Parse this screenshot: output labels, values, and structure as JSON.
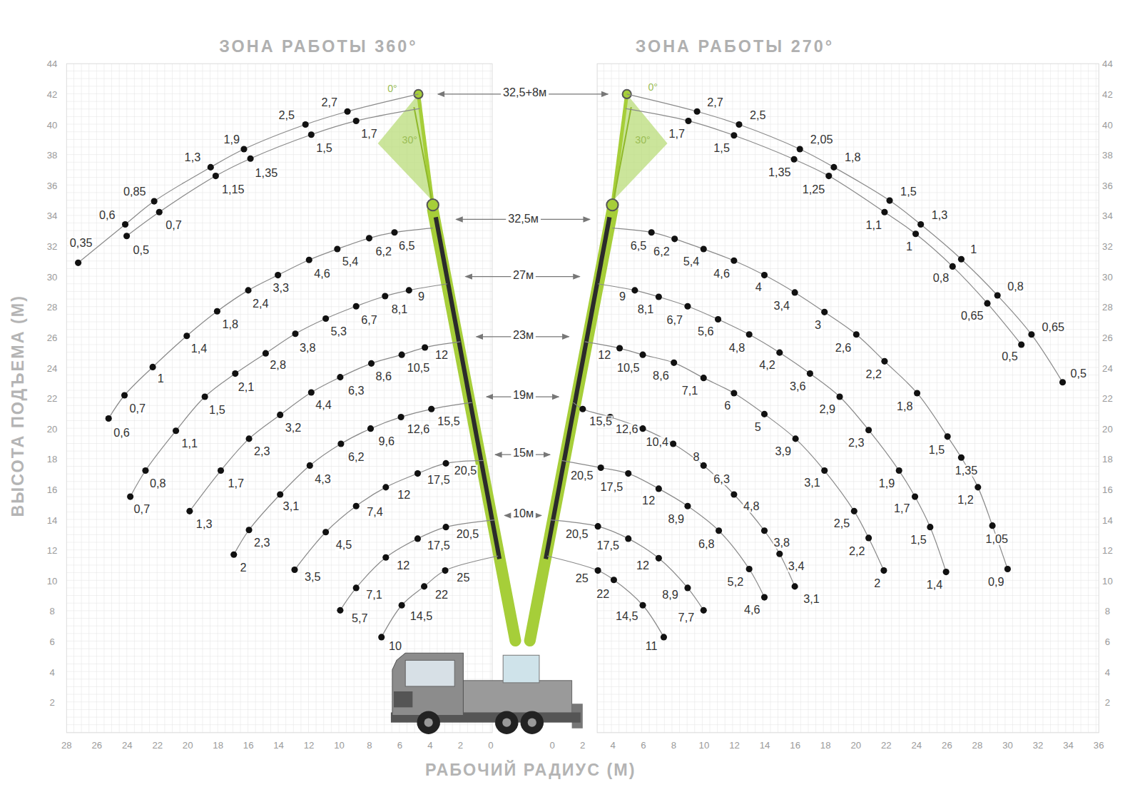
{
  "diagram": {
    "labels": [
      "ЗОНА РАБОТЫ 360°",
      "ЗОНА РАБОТЫ 270°",
      "ВЫСОТА ПОДЪЕМА (М)",
      "РАБОЧИЙ РАДИУС (М)",
      "32,5+8м",
      "32,5м",
      "27м",
      "23м",
      "19м",
      "15м",
      "10м",
      "0°",
      "30°",
      "0°",
      "30°",
      "0,35",
      "0,6",
      "0,85",
      "1,3",
      "1,9",
      "2,5",
      "2,7",
      "0,5",
      "0,7",
      "1,15",
      "1,35",
      "1,5",
      "1,7",
      "0,6",
      "0,7",
      "1",
      "1,4",
      "1,8",
      "2,4",
      "3,3",
      "4,6",
      "5,4",
      "6,2",
      "6,5",
      "0,7",
      "0,8",
      "1,1",
      "1,5",
      "2,1",
      "2,8",
      "3,8",
      "5,3",
      "6,7",
      "8,1",
      "9",
      "1,3",
      "1,7",
      "2,3",
      "3,2",
      "4,4",
      "6,3",
      "8,6",
      "10,5",
      "12",
      "2",
      "2,3",
      "3,1",
      "4,3",
      "6,2",
      "9,6",
      "12,6",
      "15,5",
      "3,5",
      "4,5",
      "7,4",
      "12",
      "17,5",
      "20,5",
      "5,7",
      "7,1",
      "12",
      "17,5",
      "20,5",
      "10",
      "14,5",
      "22",
      "25",
      "2,7",
      "2,5",
      "2,05",
      "1,8",
      "1,5",
      "1,3",
      "1",
      "0,8",
      "0,65",
      "0,5",
      "1,7",
      "1,5",
      "1,35",
      "1,25",
      "1,1",
      "1",
      "0,8",
      "0,65",
      "0,5",
      "6,5",
      "6,2",
      "5,4",
      "4,6",
      "4",
      "3,4",
      "3",
      "2,6",
      "2,2",
      "1,8",
      "1,5",
      "1,35",
      "1,2",
      "1,05",
      "0,9",
      "9",
      "8,1",
      "6,7",
      "5,6",
      "4,8",
      "4,2",
      "3,6",
      "2,9",
      "2,3",
      "1,9",
      "1,7",
      "1,5",
      "1,4",
      "12",
      "10,5",
      "8,6",
      "7,1",
      "6",
      "5",
      "3,9",
      "3,1",
      "2,5",
      "2,2",
      "2",
      "15,5",
      "12,6",
      "10,4",
      "8",
      "6,3",
      "4,8",
      "3,8",
      "3,4",
      "3,1",
      "20,5",
      "17,5",
      "12",
      "8,9",
      "6,8",
      "5,2",
      "4,6",
      "20,5",
      "17,5",
      "12",
      "8,9",
      "7,7",
      "25",
      "22",
      "14,5",
      "11",
      "44",
      "42",
      "40",
      "38",
      "36",
      "34",
      "32",
      "30",
      "28",
      "26",
      "24",
      "22",
      "20",
      "18",
      "16",
      "14",
      "12",
      "10",
      "8",
      "6",
      "4",
      "2",
      "44",
      "42",
      "40",
      "38",
      "36",
      "34",
      "32",
      "30",
      "28",
      "26",
      "24",
      "22",
      "20",
      "18",
      "16",
      "14",
      "12",
      "10",
      "8",
      "6",
      "4",
      "2",
      "28",
      "26",
      "24",
      "22",
      "20",
      "18",
      "16",
      "14",
      "12",
      "10",
      "8",
      "6",
      "4",
      "2",
      "0",
      "0",
      "2",
      "4",
      "6",
      "8",
      "10",
      "12",
      "14",
      "16",
      "18",
      "20",
      "22",
      "24",
      "26",
      "28",
      "30",
      "32",
      "34",
      "36"
    ]
  }
}
